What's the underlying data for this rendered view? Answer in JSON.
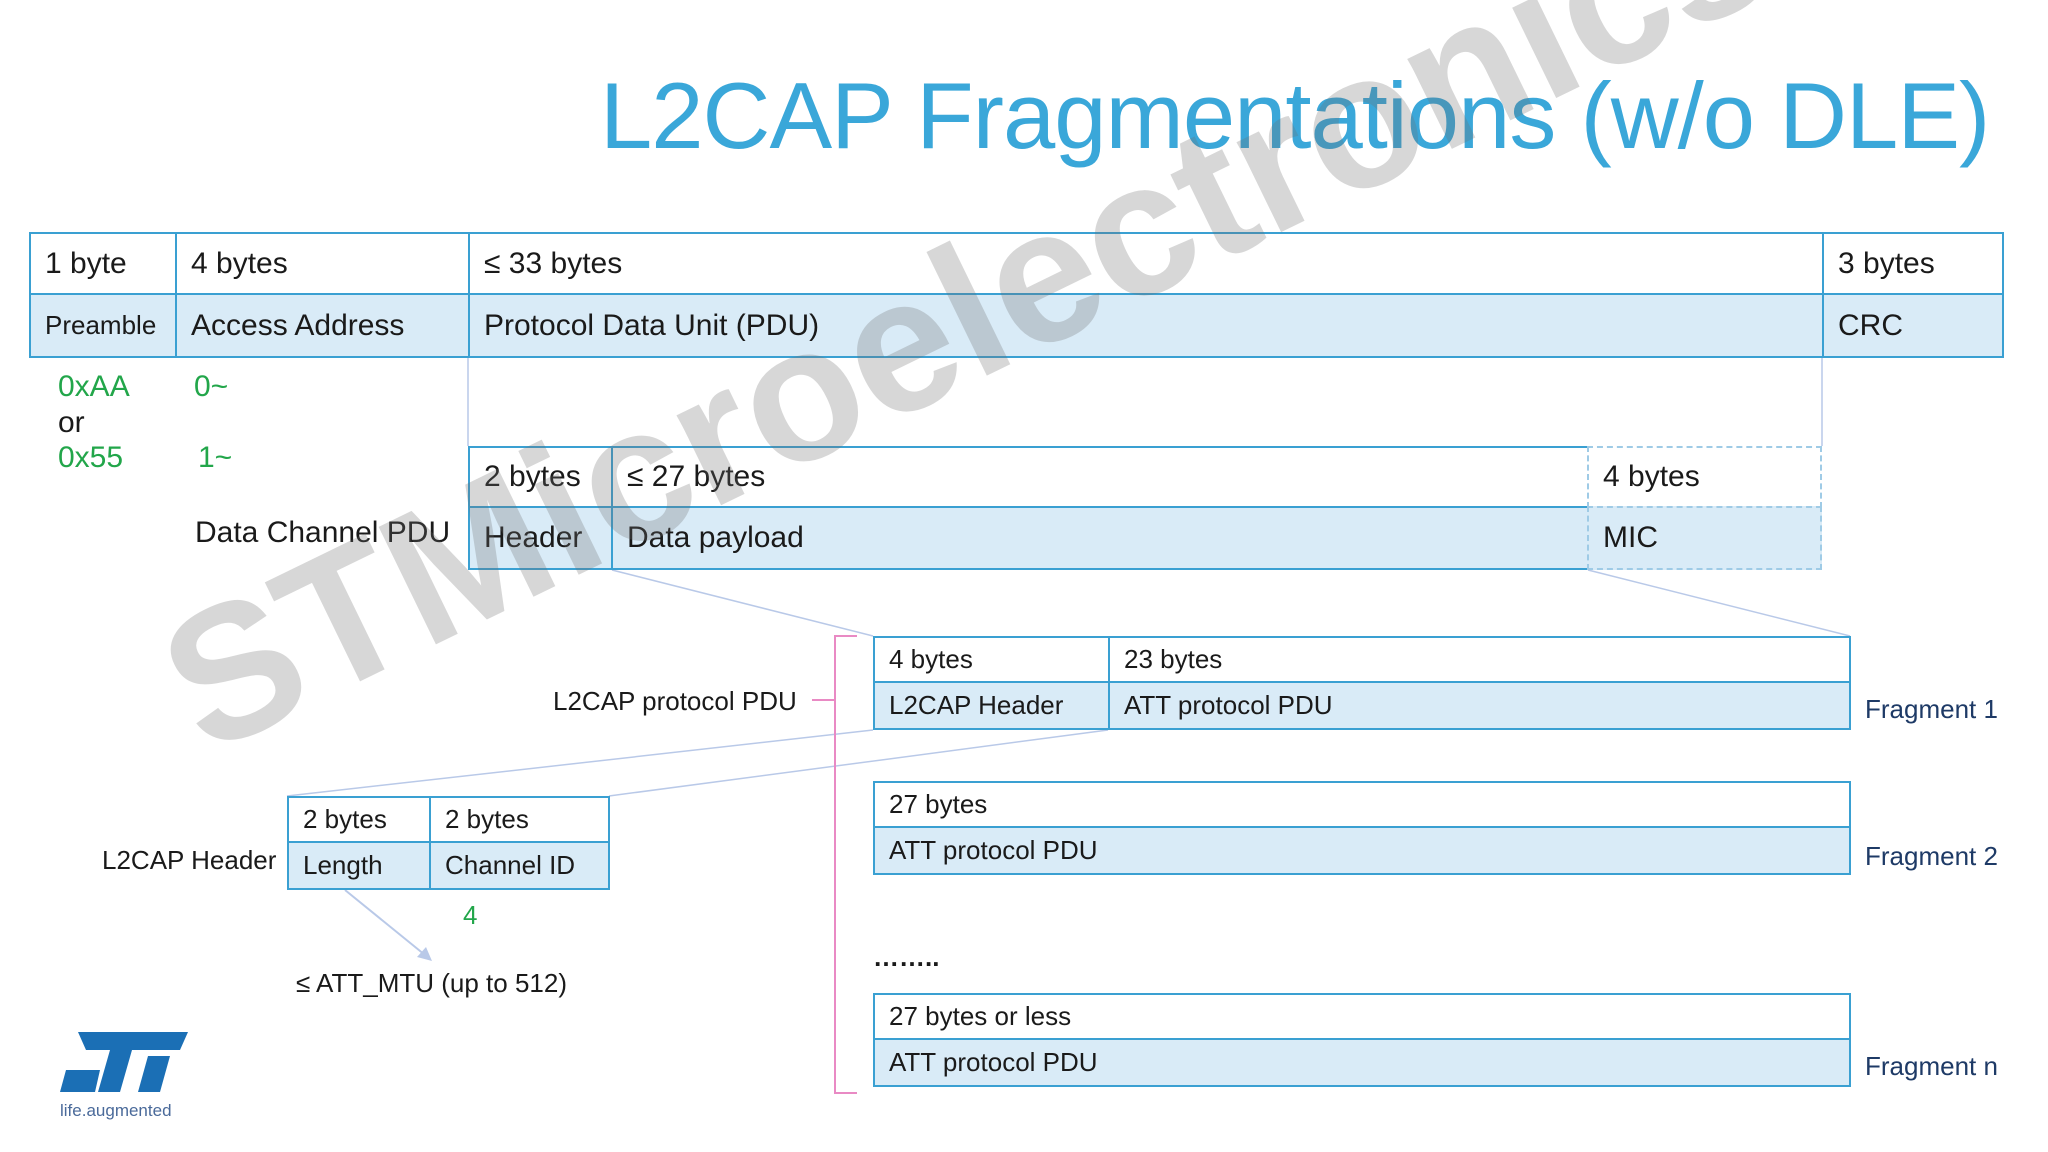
{
  "title": "L2CAP Fragmentations (w/o DLE)",
  "packet": {
    "sizes": [
      "1 byte",
      "4 bytes",
      "≤ 33 bytes",
      "3 bytes"
    ],
    "fields": [
      "Preamble",
      "Access Address",
      "Protocol Data Unit (PDU)",
      "CRC"
    ]
  },
  "preamble_values": {
    "v1": "0xAA",
    "or": "or",
    "v2": "0x55"
  },
  "access_values": {
    "v1": "0~",
    "v2": "1~"
  },
  "data_channel": {
    "label": "Data Channel PDU",
    "sizes": [
      "2 bytes",
      "≤ 27 bytes",
      "4 bytes"
    ],
    "fields": [
      "Header",
      "Data payload",
      "MIC"
    ]
  },
  "l2cap_protocol_label": "L2CAP protocol PDU",
  "fragments": [
    {
      "sizes": [
        "4 bytes",
        "23 bytes"
      ],
      "fields": [
        "L2CAP Header",
        "ATT protocol PDU"
      ],
      "label": "Fragment 1"
    },
    {
      "size": "27 bytes",
      "field": "ATT protocol PDU",
      "label": "Fragment 2"
    },
    {
      "size": "27 bytes or less",
      "field": "ATT protocol PDU",
      "label": "Fragment n"
    }
  ],
  "ellipsis": "……..",
  "l2cap_header": {
    "label": "L2CAP Header",
    "sizes": [
      "2 bytes",
      "2 bytes"
    ],
    "fields": [
      "Length",
      "Channel ID"
    ],
    "channel_value": "4",
    "length_note": "≤ ATT_MTU (up to 512)"
  },
  "watermark": "STMicroelectronics",
  "logo": {
    "mark": "ST",
    "tagline": "life.augmented"
  },
  "colors": {
    "title": "#3aa7d9",
    "border": "#3aa0d2",
    "fill": "#d9ebf7",
    "value_green": "#22a64a",
    "fragment_label": "#1e3a66",
    "bracket": "#e98ac4"
  }
}
